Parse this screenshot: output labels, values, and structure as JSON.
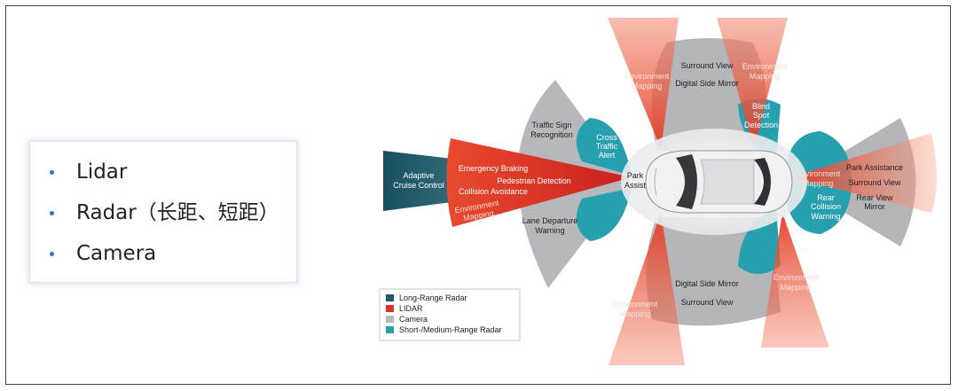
{
  "slide": {
    "bullets": [
      {
        "text": "Lidar"
      },
      {
        "text": "Radar（长距、短距）"
      },
      {
        "text": "Camera"
      }
    ]
  },
  "diagram": {
    "labels": {
      "adaptive_cruise_1": "Adaptive",
      "adaptive_cruise_2": "Cruise Control",
      "emergency_braking": "Emergency Braking",
      "pedestrian_detection": "Pedestrian Detection",
      "collision_avoidance": "Collision Avoidance",
      "env_left_1": "Environment",
      "env_left_2": "Mapping",
      "traffic_sign_1": "Traffic Sign",
      "traffic_sign_2": "Recognition",
      "cross_traffic_1": "Cross",
      "cross_traffic_2": "Traffic",
      "cross_traffic_3": "Alert",
      "park_assist_front_1": "Park",
      "park_assist_front_2": "Assist",
      "lane_departure_1": "Lane Departure",
      "lane_departure_2": "Warning",
      "env_top_left_1": "Environment",
      "env_top_left_2": "Mapping",
      "surround_view_top": "Surround View",
      "digital_side_mirror_top": "Digital Side Mirror",
      "env_top_right_1": "Environment",
      "env_top_right_2": "Mapping",
      "blind_spot_1": "Blind",
      "blind_spot_2": "Spot",
      "blind_spot_3": "Detection",
      "env_rear_1": "Environment",
      "env_rear_2": "Mapping",
      "rear_collision_1": "Rear",
      "rear_collision_2": "Collision",
      "rear_collision_3": "Warning",
      "park_assistance": "Park Assistance",
      "surround_view_rear": "Surround View",
      "rear_view_mirror_1": "Rear View",
      "rear_view_mirror_2": "Mirror",
      "digital_side_mirror_bottom": "Digital Side Mirror",
      "surround_view_bottom": "Surround View",
      "env_bottom_left_1": "Environment",
      "env_bottom_left_2": "Mapping",
      "env_bottom_right_1": "Environment",
      "env_bottom_right_2": "Mapping"
    },
    "legend": [
      {
        "label": "Long-Range Radar",
        "color": "#1d5a6b"
      },
      {
        "label": "LIDAR",
        "color": "#e2312b"
      },
      {
        "label": "Camera",
        "color": "#b9babd"
      },
      {
        "label": "Short-/Medium-Range Radar",
        "color": "#26a0ae"
      }
    ]
  }
}
